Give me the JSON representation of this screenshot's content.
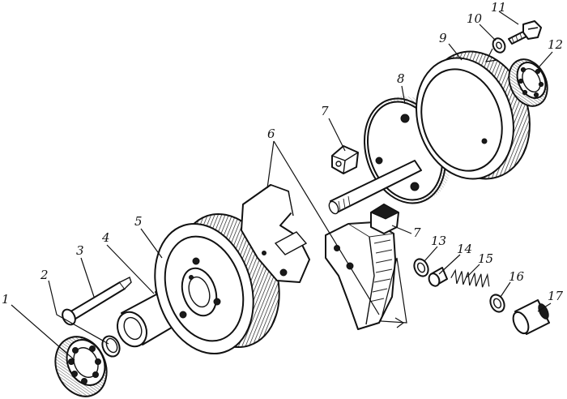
{
  "labels": {
    "p1": "1",
    "p2": "2",
    "p3": "3",
    "p4": "4",
    "p5": "5",
    "p6": "6",
    "p7a": "7",
    "p7b": "7",
    "p8": "8",
    "p9": "9",
    "p10": "10",
    "p11": "11",
    "p12": "12",
    "p13": "13",
    "p14": "14",
    "p15": "15",
    "p16": "16",
    "p17": "17"
  }
}
